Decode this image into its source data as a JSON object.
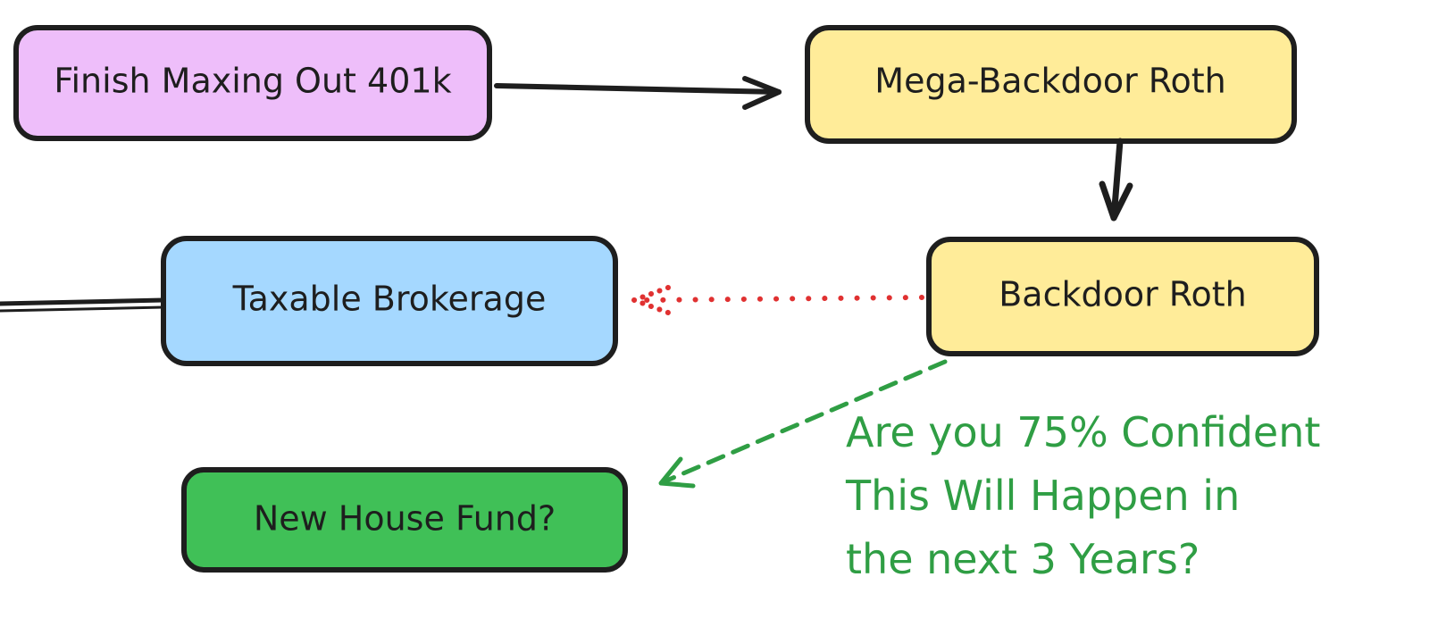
{
  "nodes": [
    {
      "id": "finish-401k",
      "label": "Finish Maxing Out 401k",
      "fill": "#eebefa"
    },
    {
      "id": "mega-backdoor",
      "label": "Mega-Backdoor Roth",
      "fill": "#ffec99"
    },
    {
      "id": "backdoor-roth",
      "label": "Backdoor Roth",
      "fill": "#ffec99"
    },
    {
      "id": "taxable-brokerage",
      "label": "Taxable Brokerage",
      "fill": "#a5d8ff"
    },
    {
      "id": "new-house-fund",
      "label": "New House Fund?",
      "fill": "#40c057"
    }
  ],
  "note": {
    "lines": [
      "Are you 75% Confident",
      "This Will Happen in",
      "the next 3 Years?"
    ],
    "color": "#2f9e44"
  },
  "colors": {
    "stroke": "#1e1e1e",
    "dotted_arrow": "#e03131",
    "dashed_arrow": "#2f9e44"
  }
}
